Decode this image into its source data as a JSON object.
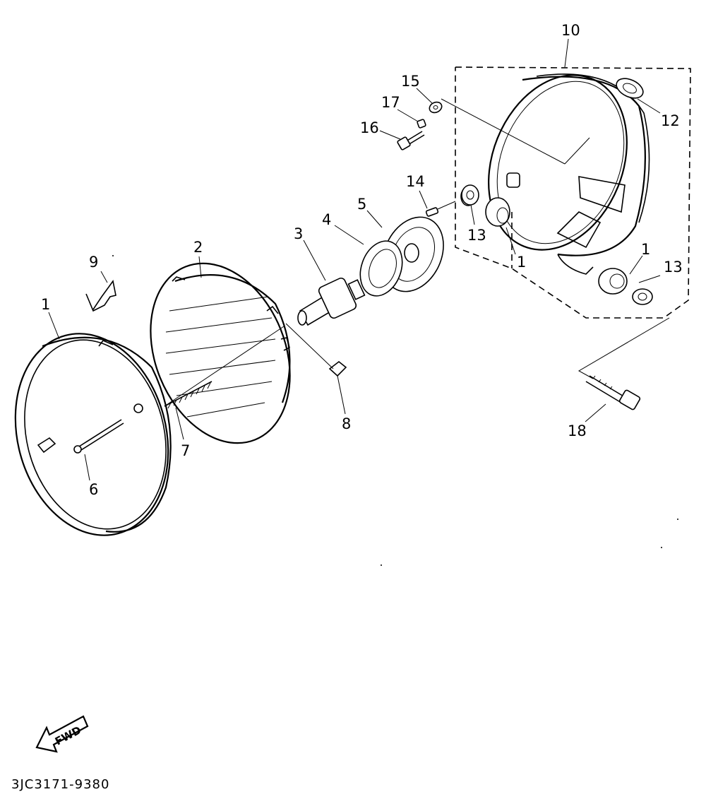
{
  "diagram": {
    "callouts": {
      "c1a": "1",
      "c1b": "1",
      "c1c": "1",
      "c2": "2",
      "c3": "3",
      "c4": "4",
      "c5": "5",
      "c6": "6",
      "c7": "7",
      "c8": "8",
      "c9": "9",
      "c10": "10",
      "c12": "12",
      "c13a": "13",
      "c13b": "13",
      "c14": "14",
      "c15": "15",
      "c16": "16",
      "c17": "17",
      "c18": "18"
    },
    "fwd_label": "FWD",
    "part_code": "3JC3171-9380"
  }
}
